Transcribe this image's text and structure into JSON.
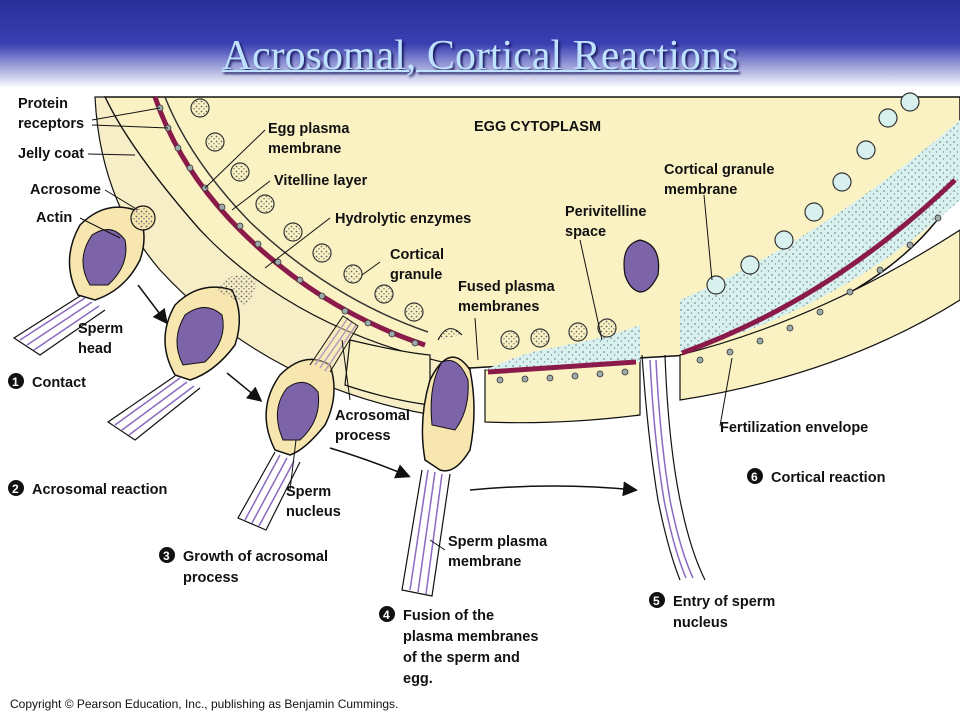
{
  "title": "Acrosomal, Cortical Reactions",
  "labels": {
    "protein": "Protein",
    "receptors": "receptors",
    "jelly_coat": "Jelly coat",
    "acrosome": "Acrosome",
    "actin": "Actin",
    "sperm": "Sperm",
    "head": "head",
    "egg_plasma_1": "Egg plasma",
    "egg_plasma_2": "membrane",
    "vitelline_layer": "Vitelline layer",
    "hydrolytic_enzymes": "Hydrolytic enzymes",
    "cortical_1": "Cortical",
    "cortical_2": "granule",
    "egg_cytoplasm": "EGG CYTOPLASM",
    "fused_1": "Fused plasma",
    "fused_2": "membranes",
    "perivitelline_1": "Perivitelline",
    "perivitelline_2": "space",
    "cgm_1": "Cortical granule",
    "cgm_2": "membrane",
    "acrosomal_process_1": "Acrosomal",
    "acrosomal_process_2": "process",
    "sperm_nucleus_1": "Sperm",
    "sperm_nucleus_2": "nucleus",
    "sperm_plasma_1": "Sperm plasma",
    "sperm_plasma_2": "membrane",
    "fertilization_envelope": "Fertilization envelope"
  },
  "steps": [
    {
      "num": "1",
      "lines": [
        "Contact"
      ]
    },
    {
      "num": "2",
      "lines": [
        "Acrosomal reaction"
      ]
    },
    {
      "num": "3",
      "lines": [
        "Growth of acrosomal",
        "process"
      ]
    },
    {
      "num": "4",
      "lines": [
        "Fusion of the",
        "plasma membranes",
        "of the sperm and",
        "egg."
      ]
    },
    {
      "num": "5",
      "lines": [
        "Entry of sperm",
        "nucleus"
      ]
    },
    {
      "num": "6",
      "lines": [
        "Cortical reaction"
      ]
    }
  ],
  "copyright": "Copyright © Pearson Education, Inc., publishing as Benjamin Cummings.",
  "colors": {
    "egg_cytoplasm": "#fbf2c4",
    "membrane": "#8a1a4a",
    "sperm_nucleus": "#7d63a8",
    "perivitelline": "#d8f0ee"
  }
}
